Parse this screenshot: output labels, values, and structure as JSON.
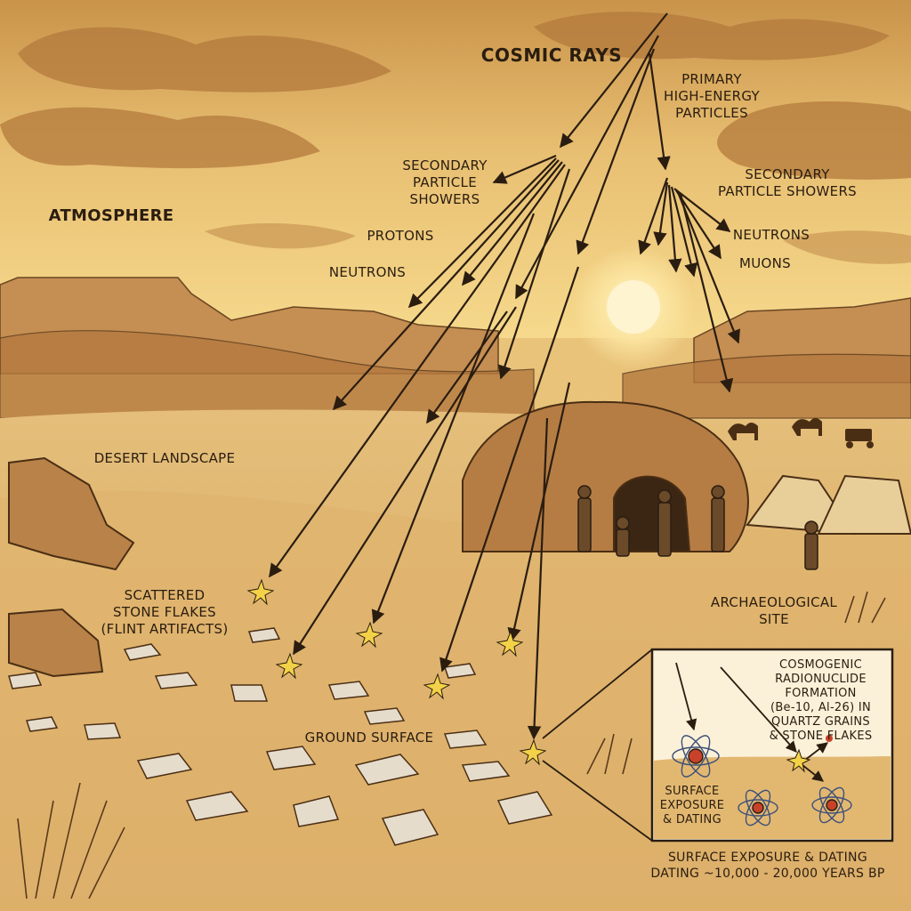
{
  "labels": {
    "cosmic_rays": "COSMIC RAYS",
    "primary": "PRIMARY\nHIGH-ENERGY\nPARTICLES",
    "secondary_left": "SECONDARY\nPARTICLE\nSHOWERS",
    "secondary_right": "SECONDARY\nPARTICLE SHOWERS",
    "atmosphere": "ATMOSPHERE",
    "protons": "PROTONS",
    "neutrons_left": "NEUTRONS",
    "neutrons_right": "NEUTRONS",
    "muons": "MUONS",
    "desert": "DESERT LANDSCAPE",
    "flakes": "SCATTERED\nSTONE FLAKES\n(FLINT ARTIFACTS)",
    "site": "ARCHAEOLOGICAL\nSITE",
    "ground": "GROUND SURFACE"
  },
  "inset": {
    "formation": "COSMOGENIC\nRADIONUCLIDE FORMATION\n(Be-10, Al-26) IN\nQUARTZ GRAINS\n& STONE FLAKES",
    "exposure": "SURFACE\nEXPOSURE\n& DATING",
    "caption": "SURFACE EXPOSURE & DATING\nDATING ~10,000 - 20,000 YEARS BP"
  },
  "colors": {
    "sky_top": "#c9934a",
    "sky_glow": "#f6d98c",
    "ink": "#2a1d10",
    "ground": "#e2b871",
    "rock": "#b98248",
    "nucleus": "#c8412b",
    "electron": "#3d4f7a"
  }
}
